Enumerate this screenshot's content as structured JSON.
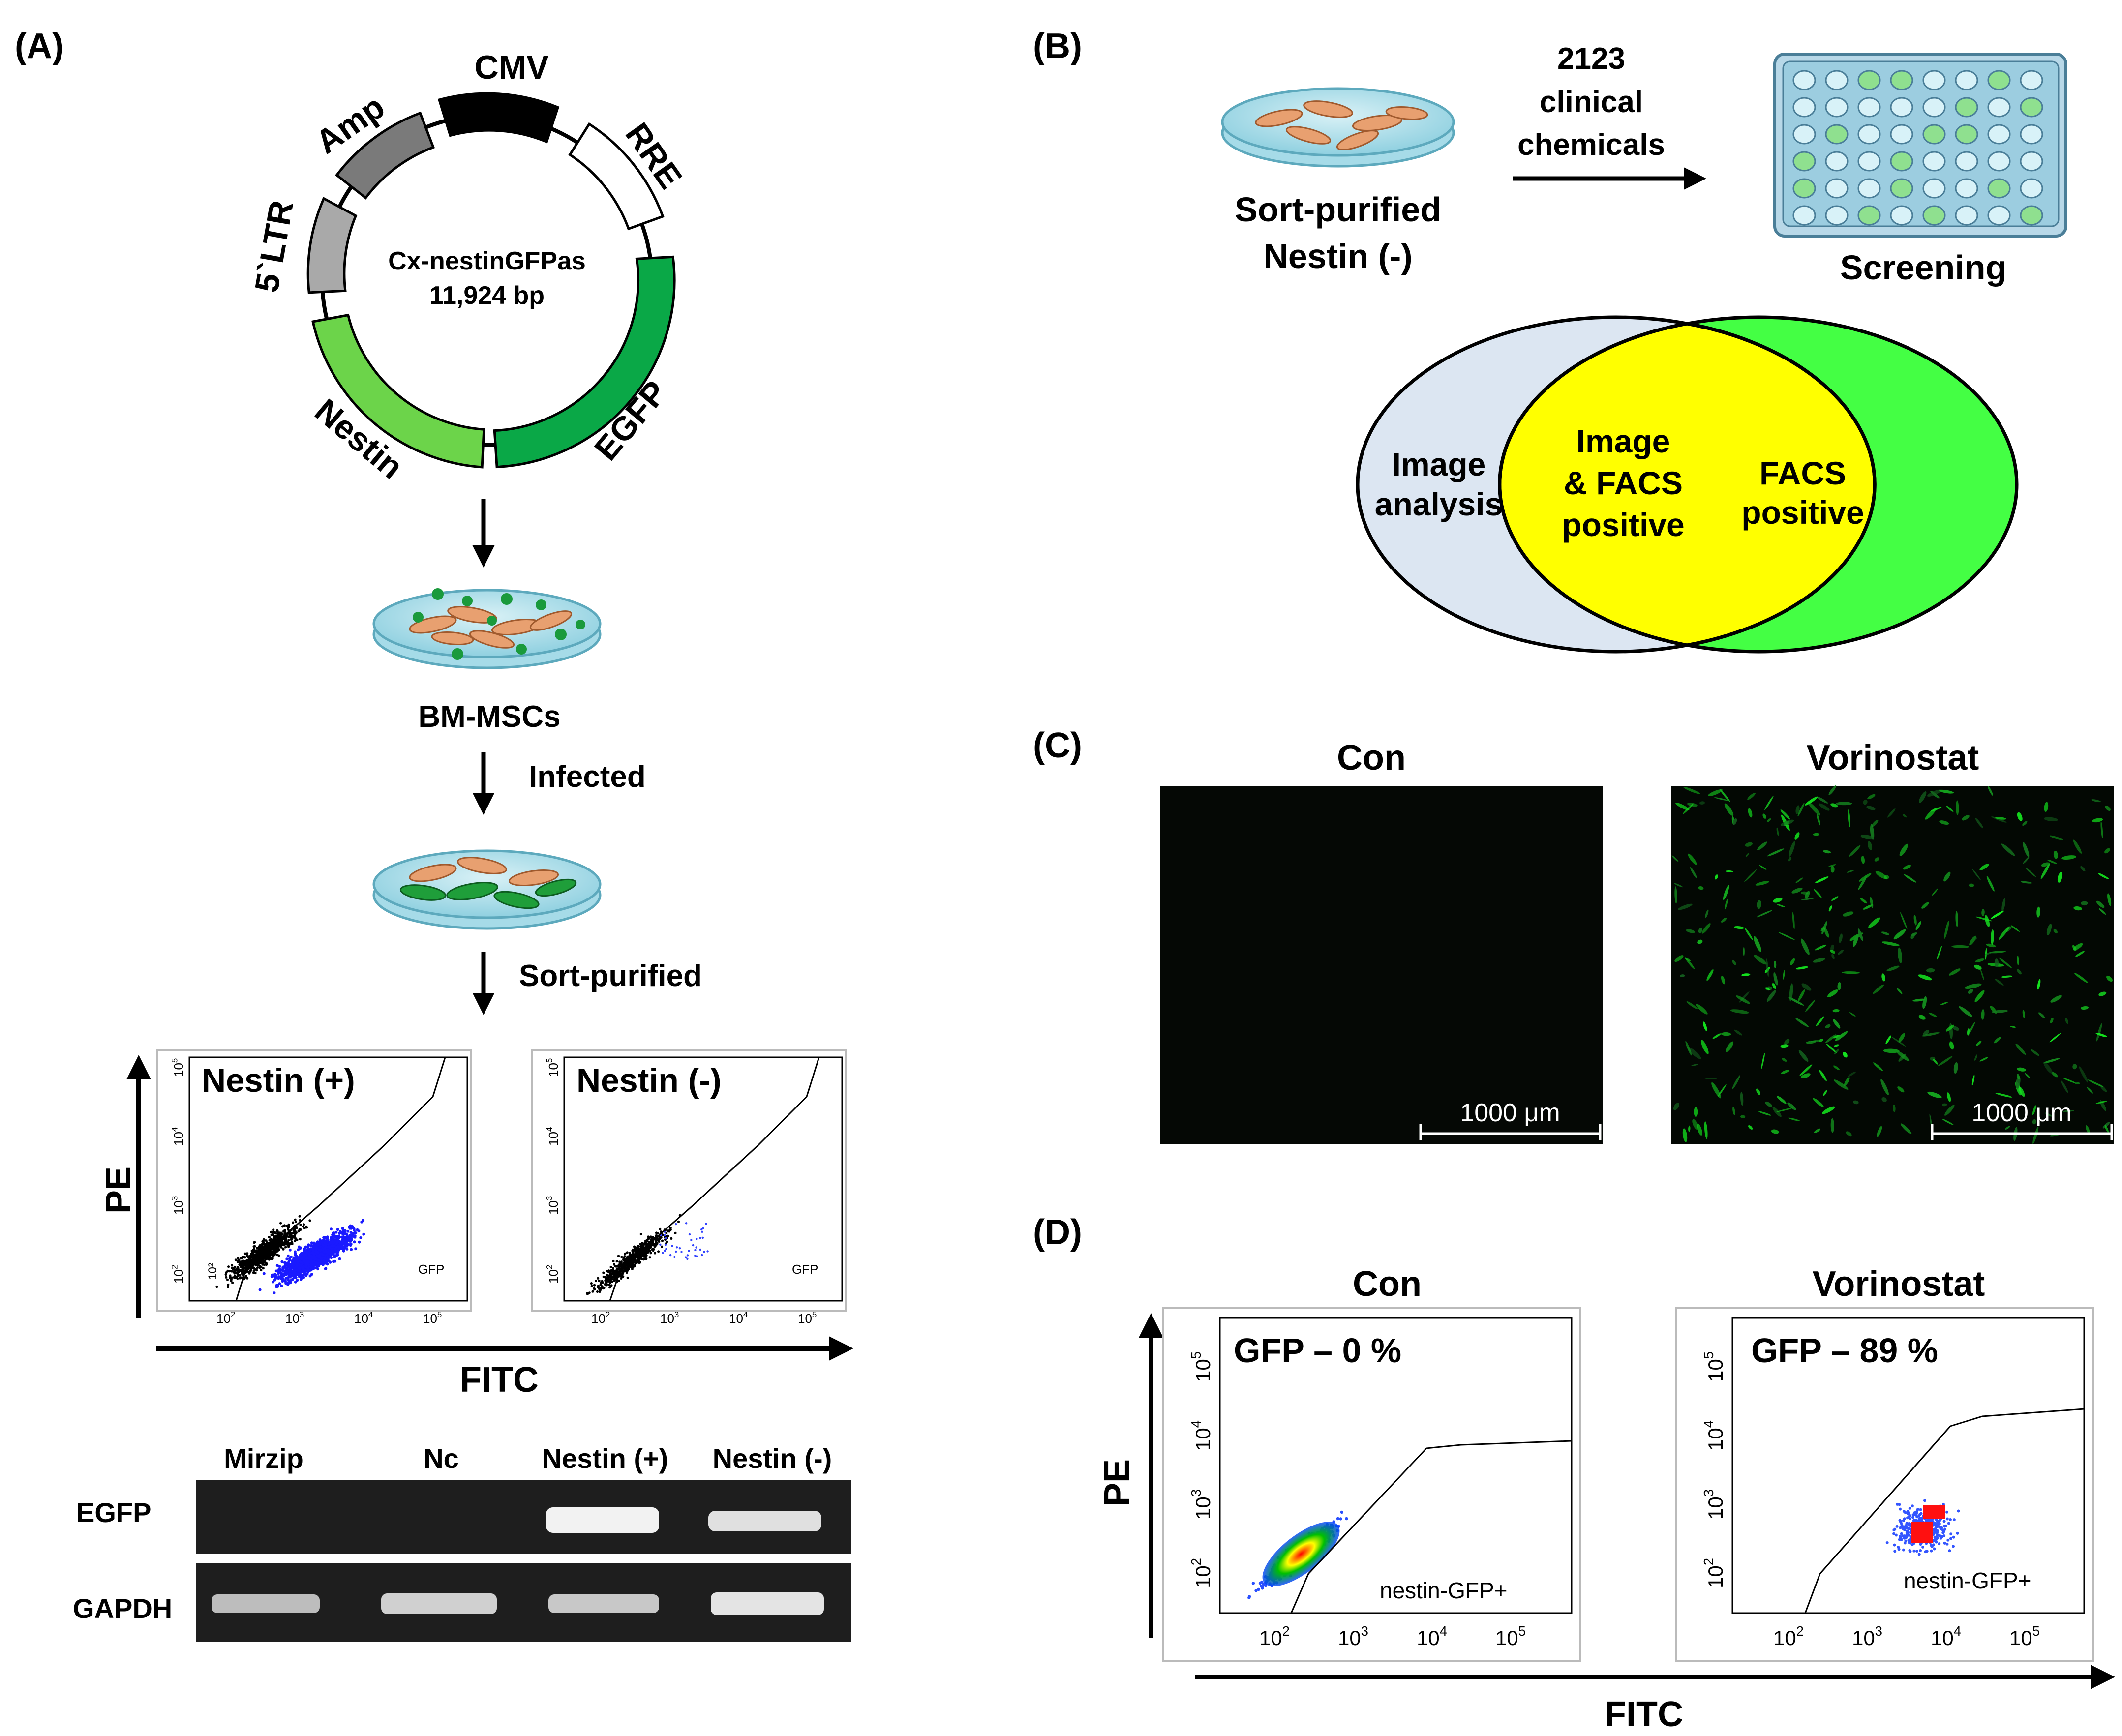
{
  "panel_labels": {
    "a": "(A)",
    "b": "(B)",
    "c": "(C)",
    "d": "(D)"
  },
  "panel_a": {
    "plasmid": {
      "name": "Cx-nestinGFPas",
      "size": "11,924 bp",
      "segments": [
        {
          "label": "CMV",
          "color": "#000000"
        },
        {
          "label": "RRE",
          "color": "#ffffff"
        },
        {
          "label": "EGFP",
          "color": "#0aa847"
        },
        {
          "label": "Nestin",
          "color": "#6cd44a"
        },
        {
          "label": "5`LTR",
          "color": "#a9a9a9"
        },
        {
          "label": "Amp",
          "color": "#7a7a7a"
        }
      ]
    },
    "cells_label": "BM-MSCs",
    "step_infected": "Infected",
    "step_sorted": "Sort-purified",
    "flow": {
      "y_axis": "PE",
      "x_axis": "FITC",
      "plots": [
        {
          "title": "Nestin (+)",
          "gate": "GFP"
        },
        {
          "title": "Nestin (-)",
          "gate": "GFP"
        }
      ],
      "tick_labels": [
        "10",
        "2",
        "10",
        "3",
        "10",
        "4",
        "10",
        "5"
      ]
    },
    "gel": {
      "lanes": [
        "Mirzip",
        "Nc",
        "Nestin (+)",
        "Nestin (-)"
      ],
      "rows": [
        "EGFP",
        "GAPDH"
      ]
    }
  },
  "panel_b": {
    "sorted_label_1": "Sort-purified",
    "sorted_label_2": "Nestin (-)",
    "arrow_text": [
      "2123",
      "clinical",
      "chemicals"
    ],
    "plate_label": "Screening",
    "venn": {
      "left": [
        "Image",
        "analysis"
      ],
      "middle": [
        "Image",
        "& FACS",
        "positive"
      ],
      "right": [
        "FACS",
        "positive"
      ],
      "colors": {
        "left": "#dce6f2",
        "middle": "#ffff00",
        "right": "#44ff44"
      }
    }
  },
  "panel_c": {
    "images": [
      {
        "title": "Con",
        "scale_bar": "1000 μm"
      },
      {
        "title": "Vorinostat",
        "scale_bar": "1000 μm"
      }
    ]
  },
  "panel_d": {
    "y_axis": "PE",
    "x_axis": "FITC",
    "plots": [
      {
        "title": "Con",
        "stat": "GFP – 0 %",
        "gate": "nestin-GFP+",
        "gfp_percent": 0
      },
      {
        "title": "Vorinostat",
        "stat": "GFP – 89 %",
        "gate": "nestin-GFP+",
        "gfp_percent": 89
      }
    ]
  }
}
